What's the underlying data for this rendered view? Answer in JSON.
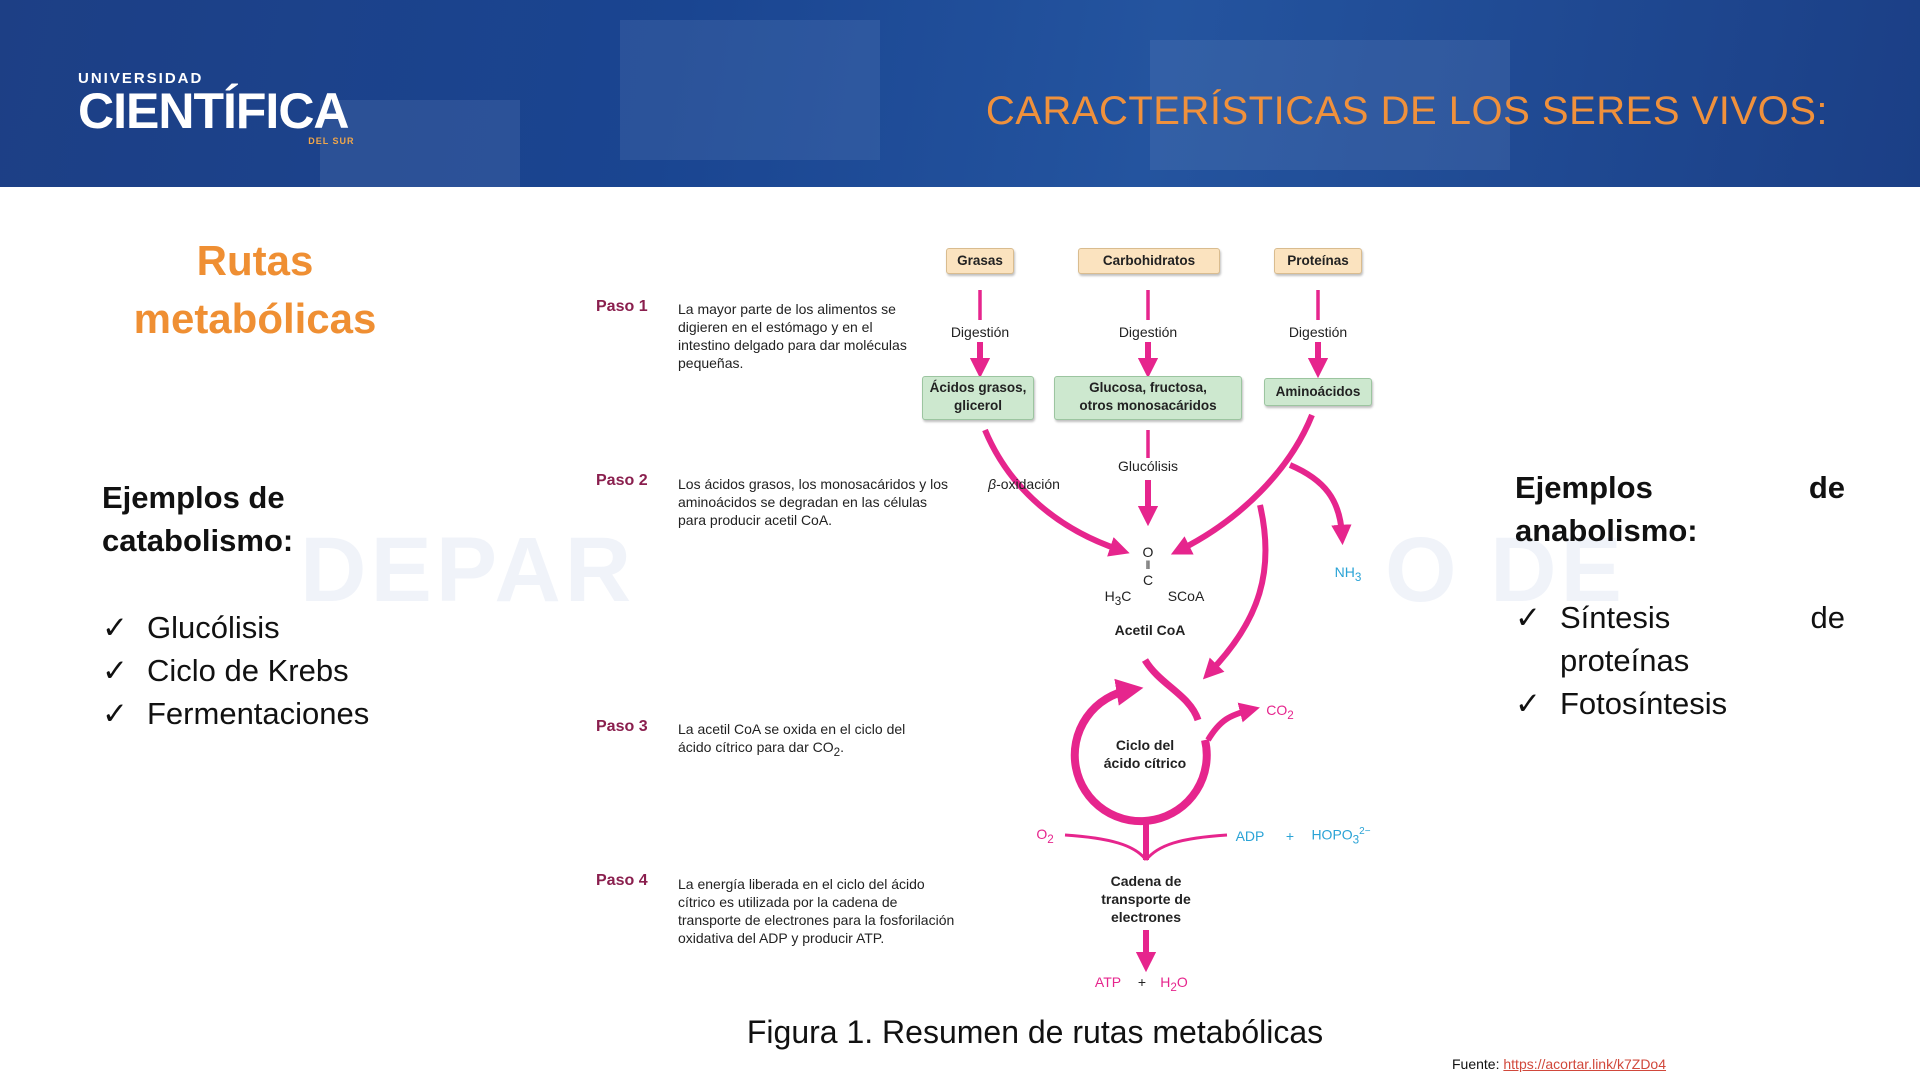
{
  "header": {
    "logo_top": "UNIVERSIDAD",
    "logo_main": "CIENTÍFICA",
    "logo_bottom": "DEL SUR",
    "title": "CARACTERÍSTICAS DE LOS SERES VIVOS:"
  },
  "left": {
    "heading_line1": "Rutas",
    "heading_line2": "metabólicas",
    "catabolism_title_line1": "Ejemplos de",
    "catabolism_title_line2": "catabolismo:",
    "items": [
      "Glucólisis",
      "Ciclo de Krebs",
      "Fermentaciones"
    ]
  },
  "right": {
    "anabolism_title_word1": "Ejemplos",
    "anabolism_title_word2": "de",
    "anabolism_title_line2": "anabolismo:",
    "item1_word1": "Síntesis",
    "item1_word2": "de",
    "item1_line2": "proteínas",
    "item2": "Fotosíntesis"
  },
  "watermark": {
    "left": "DEPAR",
    "right": "O DE"
  },
  "check_mark": "✓",
  "figure": {
    "sources": [
      "Grasas",
      "Carbohidratos",
      "Proteínas"
    ],
    "digestion": "Digestión",
    "products": [
      "Ácidos grasos,",
      "glicerol",
      "Glucosa, fructosa,",
      "otros monosacáridos",
      "Aminoácidos"
    ],
    "beta_prefix": "β",
    "beta_label": "-oxidación",
    "glycolysis": "Glucólisis",
    "nh3": "NH",
    "nh3_sub": "3",
    "acetyl_o": "O",
    "acetyl_bond": "‖",
    "acetyl_c": "C",
    "acetyl_h3c": "H",
    "acetyl_h3c_sub": "3",
    "acetyl_c2": "C",
    "acetyl_scoa": "SCoA",
    "acetyl_name": "Acetil CoA",
    "cycle_line1": "Ciclo del",
    "cycle_line2": "ácido cítrico",
    "co2": "CO",
    "co2_sub": "2",
    "o2": "O",
    "o2_sub": "2",
    "adp": "ADP",
    "plus": "+",
    "hpo": "HOPO",
    "hpo_sub": "3",
    "hpo_sup": "2−",
    "chain_line1": "Cadena de",
    "chain_line2": "transporte de",
    "chain_line3": "electrones",
    "atp": "ATP",
    "h2o": "H",
    "h2o_sub": "2",
    "h2o_end": "O",
    "steps": [
      {
        "label": "Paso 1",
        "text": "La mayor parte de los alimentos se digieren en el estómago y en el intestino delgado para dar moléculas pequeñas."
      },
      {
        "label": "Paso 2",
        "text": "Los ácidos grasos, los monosacáridos y los aminoácidos se degradan en las células para producir acetil CoA."
      },
      {
        "label": "Paso 3",
        "text": "La acetil CoA se oxida en el ciclo del ácido cítrico para dar CO"
      },
      {
        "label": "Paso 4",
        "text": "La energía liberada en el ciclo del ácido cítrico es utilizada por la cadena de transporte de electrones para la fosforilación oxidativa del ADP y producir ATP."
      }
    ],
    "step3_sub": "2",
    "step3_end": "."
  },
  "caption": "Figura 1. Resumen de rutas metabólicas",
  "source_label": "Fuente: ",
  "source_link": "https://acortar.link/k7ZDo4",
  "colors": {
    "header_bg": "#1d3f85",
    "accent_orange": "#ef8f33",
    "arrow_magenta": "#e6258d",
    "cyan": "#2aa3d6",
    "paso": "#8a1f4e"
  }
}
